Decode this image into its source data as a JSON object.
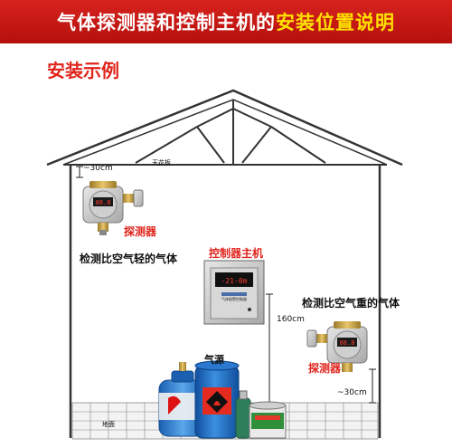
{
  "banner": {
    "title_white": "气体探测器和控制主机的",
    "title_yellow": "安装位置说明"
  },
  "example_title": "安装示例",
  "labels": {
    "ceiling": "天花板",
    "floor": "地面",
    "top_distance": "~30cm",
    "bottom_distance": "~30cm",
    "controller_height": "160cm",
    "left_detector": "探测器",
    "right_detector": "探测器",
    "lighter_gas": "检测比空气轻的气体",
    "heavier_gas": "检测比空气重的气体",
    "controller": "控制器主机",
    "gas_source": "气源",
    "controller_display": "-21-0m",
    "detector_display": "88.8",
    "panel_caption": "气体报警控制器"
  },
  "colors": {
    "banner_red": "#c8160f",
    "highlight_yellow": "#ffe100",
    "label_red": "#e0241c",
    "house_line": "#333333",
    "cylinder_blue": "#1f6fc4"
  }
}
